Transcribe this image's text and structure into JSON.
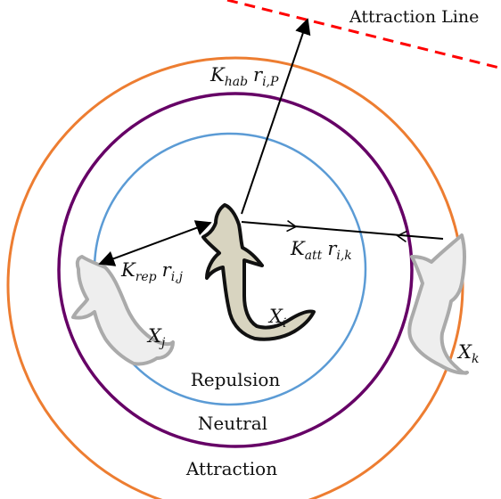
{
  "diagram": {
    "zones": {
      "repulsion": {
        "label": "Repulsion",
        "color": "#5b9bd5"
      },
      "neutral": {
        "label": "Neutral",
        "color": "#660066"
      },
      "attraction": {
        "label": "Attraction",
        "color": "#ed7d31"
      }
    },
    "attraction_line": {
      "label": "Attraction Line",
      "color": "#ff0000"
    },
    "vectors": {
      "habituation": {
        "coef": "K",
        "coef_sub": "hab",
        "dist": "r",
        "dist_sub": "i,P"
      },
      "attraction": {
        "coef": "K",
        "coef_sub": "att",
        "dist": "r",
        "dist_sub": "i,k"
      },
      "repulsion": {
        "coef": "K",
        "coef_sub": "rep",
        "dist": "r",
        "dist_sub": "i,j"
      }
    },
    "fish": {
      "center": {
        "symbol": "X",
        "sub": "i",
        "fill": "#d8d4c0"
      },
      "left": {
        "symbol": "X",
        "sub": "j",
        "fill": "#eeeeee"
      },
      "right": {
        "symbol": "X",
        "sub": "k",
        "fill": "#eeeeee"
      }
    }
  }
}
